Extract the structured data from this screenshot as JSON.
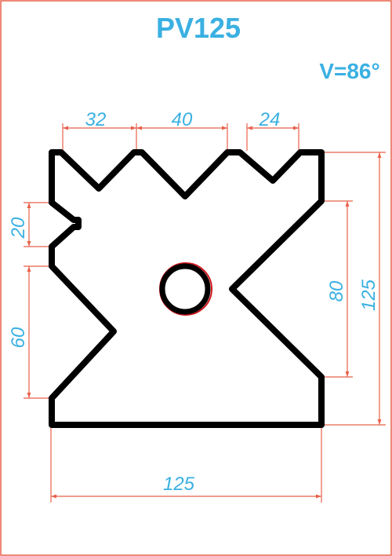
{
  "title": "PV125",
  "angle_label": "V=86°",
  "dimensions": {
    "top_left": "32",
    "top_middle": "40",
    "top_right": "24",
    "left_upper": "20",
    "left_lower": "60",
    "right_inner": "80",
    "right_outer": "125",
    "bottom": "125"
  },
  "colors": {
    "border": "#e8604a",
    "dimension_line": "#e8604a",
    "dimension_text": "#3ab0e2",
    "title": "#3ab0e2",
    "outline": "#000000",
    "hole_accent": "#d0161c"
  }
}
